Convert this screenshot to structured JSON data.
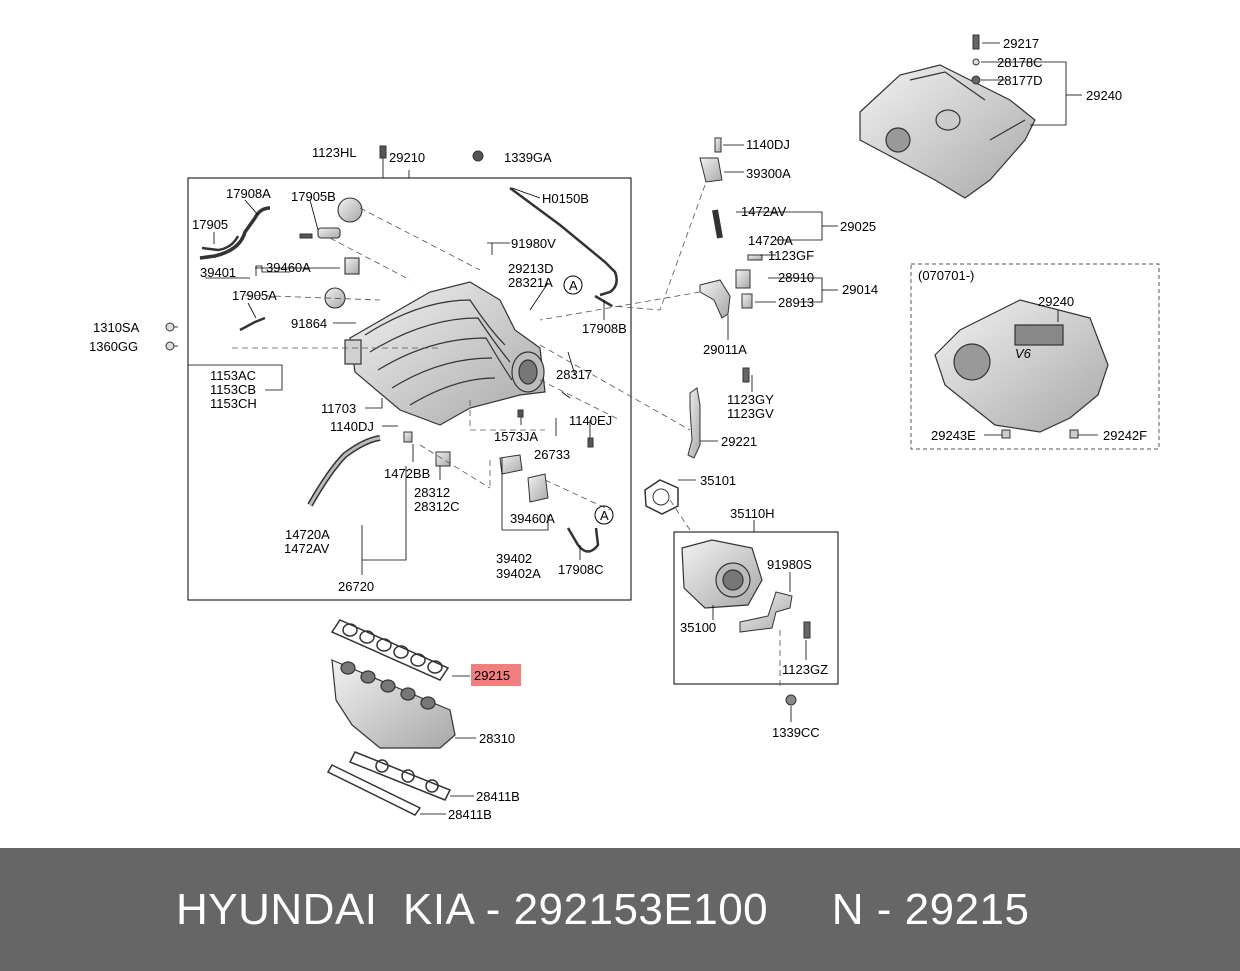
{
  "labels": {
    "p1123hl": "1123HL",
    "p29210": "29210",
    "p1339ga": "1339GA",
    "p17908a": "17908A",
    "p17905b": "17905B",
    "p17905": "17905",
    "p39401": "39401",
    "p39460a_1": "39460A",
    "p17905a": "17905A",
    "p91864": "91864",
    "p1310sa": "1310SA",
    "p1360gg": "1360GG",
    "p1153ac": "1153AC",
    "p1153cb": "1153CB",
    "p1153ch": "1153CH",
    "p11703": "11703",
    "p1140dj_1": "1140DJ",
    "p1472bb": "1472BB",
    "p28312": "28312",
    "p28312c": "28312C",
    "p14720a_1": "14720A",
    "p1472av_1": "1472AV",
    "p26720": "26720",
    "ph0150b": "H0150B",
    "p91980v": "91980V",
    "p29213d": "29213D",
    "p28321a": "28321A",
    "p17908b": "17908B",
    "p28317": "28317",
    "p1140ej": "1140EJ",
    "p1573ja": "1573JA",
    "p26733": "26733",
    "p39460a_2": "39460A",
    "p39402": "39402",
    "p39402a": "39402A",
    "p17908c": "17908C",
    "callout_a": "A",
    "p1140dj_2": "1140DJ",
    "p39300a": "39300A",
    "p1472av_2": "1472AV",
    "p14720a_2": "14720A",
    "p29025": "29025",
    "p1123gf": "1123GF",
    "p28910": "28910",
    "p28913": "28913",
    "p29014": "29014",
    "p29011a": "29011A",
    "p1123gy": "1123GY",
    "p1123gv": "1123GV",
    "p29221": "29221",
    "p35101": "35101",
    "p35110h": "35110H",
    "p91980s": "91980S",
    "p35100": "35100",
    "p1123gz": "1123GZ",
    "p1339cc": "1339CC",
    "p29215": "29215",
    "p28310": "28310",
    "p28411b_1": "28411B",
    "p28411b_2": "28411B",
    "p29217": "29217",
    "p28178c": "28178C",
    "p28177d": "28177D",
    "p29240_1": "29240",
    "variant": "(070701-)",
    "p29240_2": "29240",
    "p29243e": "29243E",
    "p29242f": "29242F",
    "cover_badge": "V6"
  },
  "highlight_color": "#f08080",
  "footer_color": "#666666",
  "footer": "HYUNDAI  KIA - 292153E100     N - 29215"
}
